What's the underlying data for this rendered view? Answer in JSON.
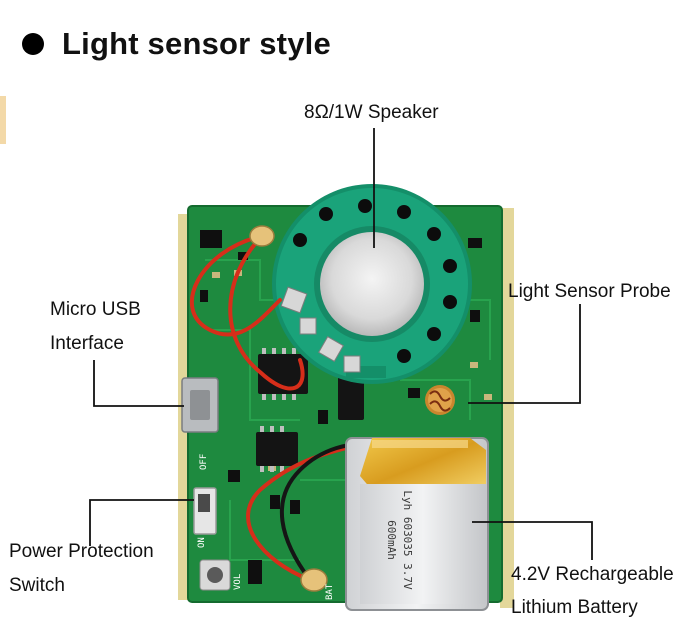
{
  "heading": {
    "text": "Light sensor style"
  },
  "labels": {
    "speaker": "8Ω/1W Speaker",
    "light_sensor": "Light Sensor Probe",
    "micro_usb_line1": "Micro USB",
    "micro_usb_line2": "Interface",
    "power_line1": "Power Protection",
    "power_line2": "Switch",
    "battery_line1": "4.2V Rechargeable",
    "battery_line2": "Lithium Battery"
  },
  "silkscreen": {
    "off": "OFF",
    "on": "ON",
    "vol": "VOL",
    "bat": "BAT",
    "battery_print1": "Lyh 603035 3.7V",
    "battery_print2": "600mAh"
  },
  "colors": {
    "pcb": "#1e8a3f",
    "speaker": "#1aa37a",
    "wire": "#d62e1a",
    "battery_foil": "#e0ad2c"
  }
}
